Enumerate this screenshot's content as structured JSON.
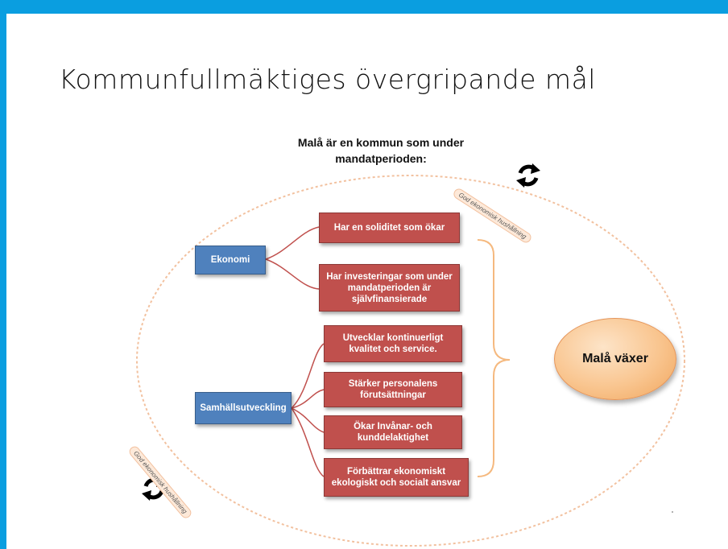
{
  "title": "Kommunfullmäktiges övergripande mål",
  "subtitle": "Malå är en kommun som under mandatperioden:",
  "categories": {
    "ekonomi": "Ekonomi",
    "samhall": "Samhällsutveckling"
  },
  "goals": [
    "Har en soliditet som ökar",
    "Har investeringar som under mandatperioden är självfinansierade",
    "Utvecklar kontinuerligt kvalitet och service.",
    "Stärker personalens förutsättningar",
    "Ökar Invånar- och kunddelaktighet",
    "Förbättrar ekonomiskt ekologiskt och socialt ansvar"
  ],
  "outcome": "Malå växer",
  "cycle_label_top": "God ekonomisk hushållning",
  "cycle_label_bottom": "God ekonomisk hushållning",
  "colors": {
    "frame": "#0a9ee0",
    "goal_box": "#c0504d",
    "category_box": "#4f81bd",
    "outcome": "#f9c58f",
    "connector": "#c0504d",
    "bracket": "#f5b97f"
  },
  "icons": [
    "refresh-icon",
    "refresh-icon"
  ]
}
